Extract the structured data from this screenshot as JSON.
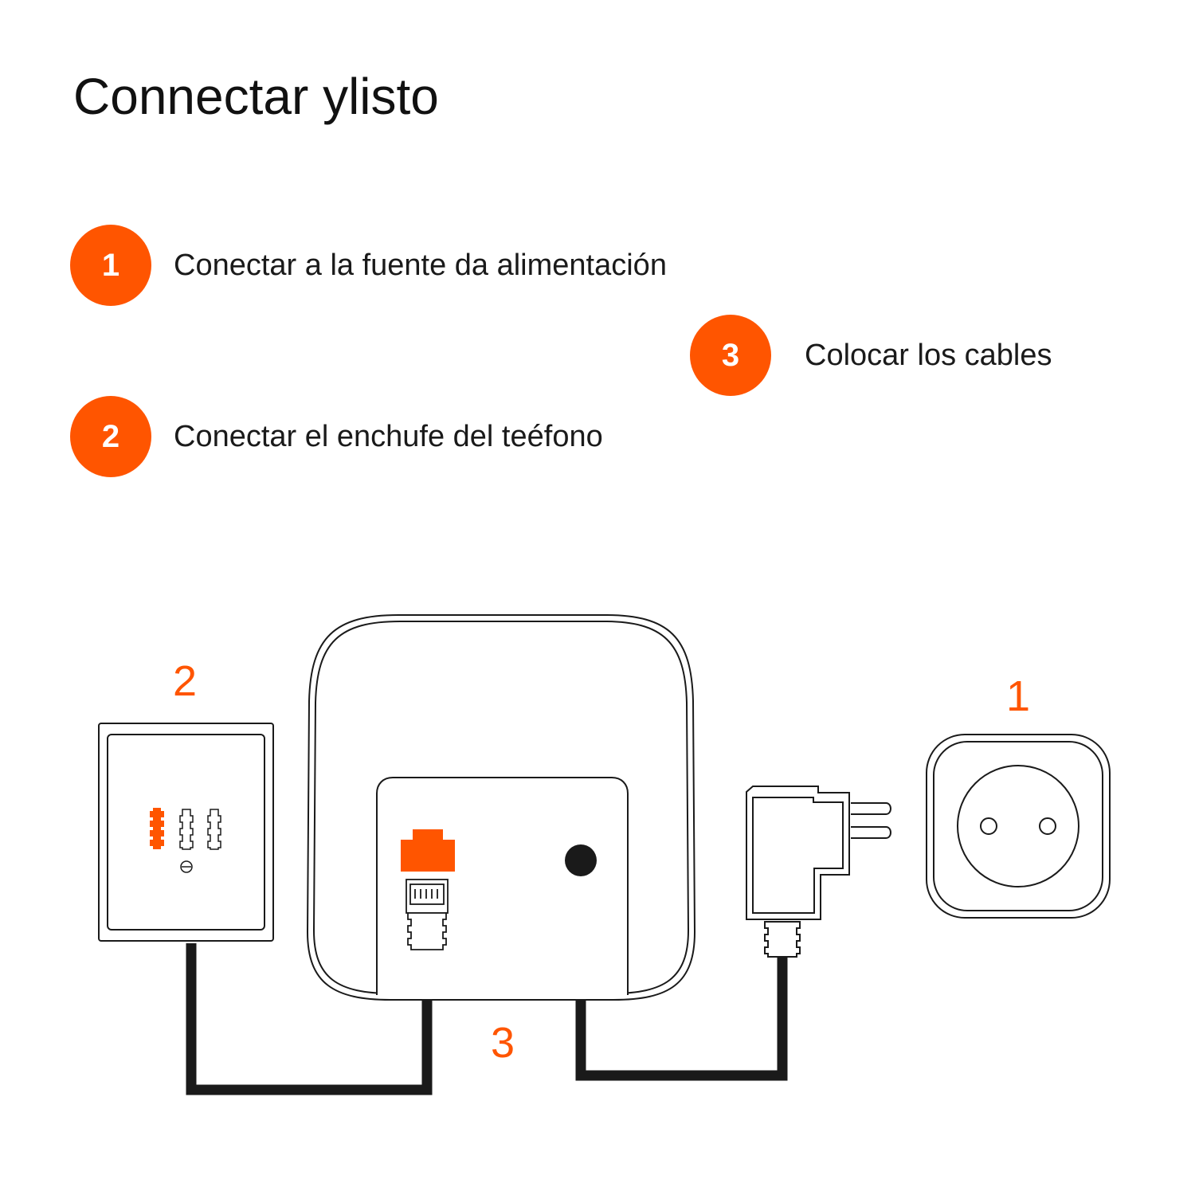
{
  "title": "Connectar ylisto",
  "steps": [
    {
      "number": "1",
      "label": "Conectar a la fuente da alimentación"
    },
    {
      "number": "2",
      "label": "Conectar el enchufe del teéfono"
    },
    {
      "number": "3",
      "label": "Colocar los cables"
    }
  ],
  "diagram_numbers": {
    "phone_socket": "2",
    "power_outlet": "1",
    "cables": "3"
  },
  "colors": {
    "accent": "#ff5500",
    "line": "#1a1a1a",
    "background": "#ffffff"
  },
  "icons": [
    "phone-wall-socket-icon",
    "base-station-icon",
    "telephone-port-icon",
    "rj11-plug-icon",
    "power-port-icon",
    "power-adapter-icon",
    "power-outlet-icon"
  ]
}
